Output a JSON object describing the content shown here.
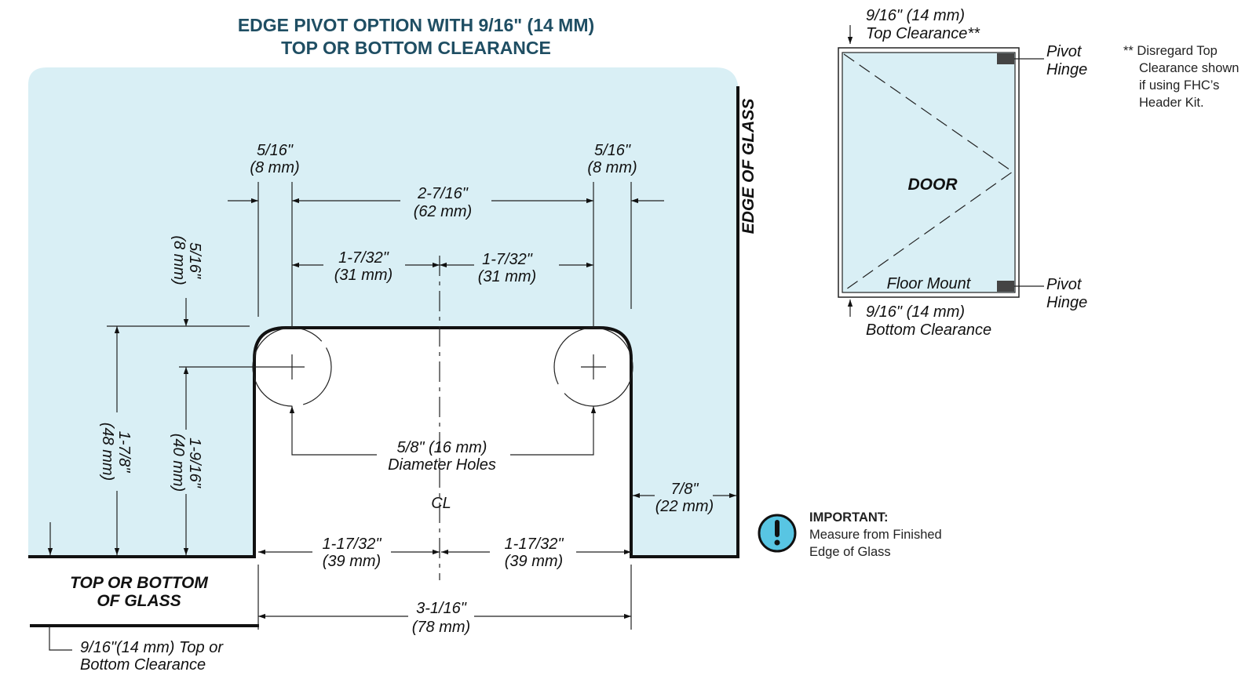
{
  "title": {
    "line1": "EDGE PIVOT OPTION WITH 9/16\" (14 MM)",
    "line2": "TOP OR  BOTTOM CLEARANCE"
  },
  "edge_of_glass": "EDGE OF GLASS",
  "top_bottom_of_glass": {
    "line1": "TOP OR BOTTOM",
    "line2": "OF GLASS"
  },
  "dims": {
    "left_offset": {
      "in": "5/16\"",
      "mm": "(8 mm)"
    },
    "right_offset": {
      "in": "5/16\"",
      "mm": "(8 mm)"
    },
    "hole_spacing": {
      "in": "2-7/16\"",
      "mm": "(62 mm)"
    },
    "half_left": {
      "in": "1-7/32\"",
      "mm": "(31 mm)"
    },
    "half_right": {
      "in": "1-7/32\"",
      "mm": "(31 mm)"
    },
    "vertical_offset": {
      "in": "5/16\"",
      "mm": "(8 mm)"
    },
    "notch_depth": {
      "in": "1-7/8\"",
      "mm": "(48 mm)"
    },
    "hole_depth": {
      "in": "1-9/16\"",
      "mm": "(40 mm)"
    },
    "holes": {
      "line1": "5/8\" (16 mm)",
      "line2": "Diameter Holes"
    },
    "edge_gap": {
      "in": "7/8\"",
      "mm": "(22 mm)"
    },
    "bottom_left": {
      "in": "1-17/32\"",
      "mm": "(39 mm)"
    },
    "bottom_right": {
      "in": "1-17/32\"",
      "mm": "(39 mm)"
    },
    "total_width": {
      "in": "3-1/16\"",
      "mm": "(78 mm)"
    },
    "centerline": "CL",
    "clearance": {
      "line1": "9/16\"(14 mm) Top or",
      "line2": "Bottom Clearance"
    }
  },
  "important": {
    "heading": "IMPORTANT:",
    "line1": "Measure from Finished",
    "line2": "Edge of Glass",
    "icon": "exclamation-icon"
  },
  "door_view": {
    "top_clearance": {
      "line1": "9/16\" (14 mm)",
      "line2": "Top Clearance**"
    },
    "bottom_clearance": {
      "line1": "9/16\" (14 mm)",
      "line2": "Bottom Clearance"
    },
    "pivot_top": {
      "line1": "Pivot",
      "line2": "Hinge"
    },
    "pivot_bottom": {
      "line1": "Pivot",
      "line2": "Hinge"
    },
    "door_label": "DOOR",
    "floor_mount": "Floor Mount",
    "footnote": {
      "line1": "** Disregard Top",
      "line2": "Clearance shown",
      "line3": "if using FHC’s",
      "line4": "Header Kit."
    }
  },
  "colors": {
    "glass": "#d9eff5",
    "title": "#1f4e63",
    "icon_fill": "#58c5e3"
  }
}
